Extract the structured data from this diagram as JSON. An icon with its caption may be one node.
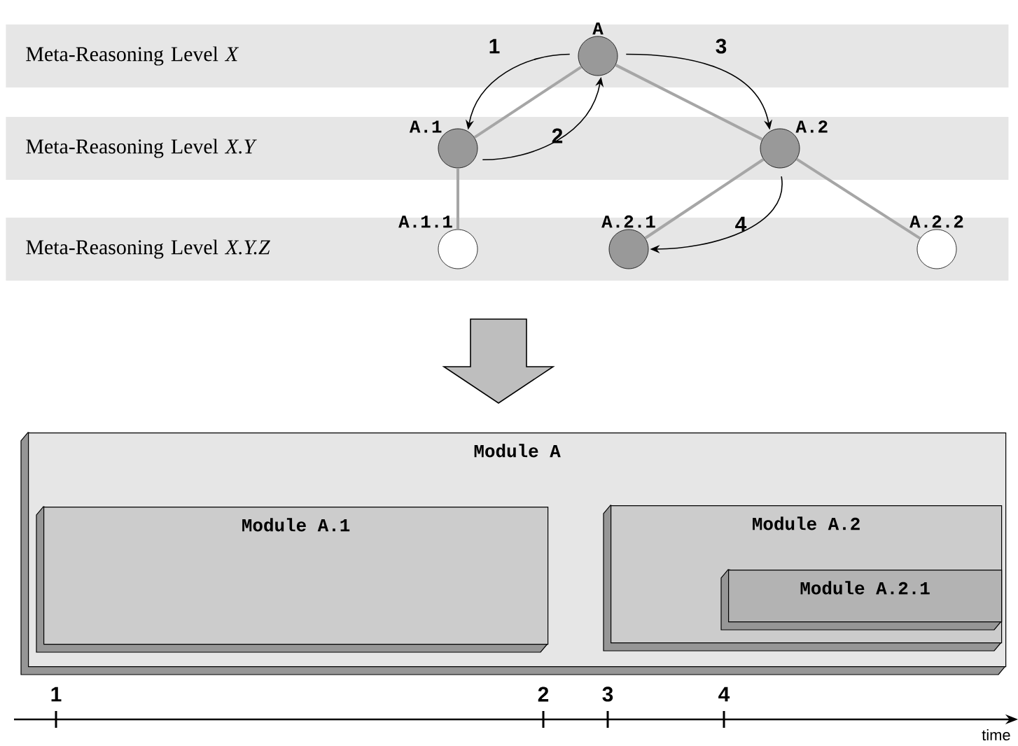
{
  "diagram": {
    "nodes": [
      {
        "text": [
          "Meta-Reasoning Level *X*"
        ]
      },
      {
        "text": [
          "Meta-Reasoning Level *X.Y*"
        ]
      },
      {
        "text": [
          "Meta-Reasoning Level *X.Y.Z*"
        ]
      },
      {
        "text": [
          "A"
        ],
        "in": 0
      },
      {
        "text": [
          "A.1"
        ],
        "in": 1
      },
      {
        "text": [
          "A.2"
        ],
        "in": 1
      },
      {
        "text": [
          "A.1.1"
        ],
        "in": 2
      },
      {
        "text": [
          "A.2.1"
        ],
        "in": 2
      },
      {
        "text": [
          "A.2.2"
        ],
        "in": 2
      },
      {
        "text": [
          "Module A"
        ]
      },
      {
        "text": [
          "Module A.1"
        ],
        "in": 9
      },
      {
        "text": [
          "Module A.2"
        ],
        "in": 9
      },
      {
        "text": [
          "Module A.2.1"
        ],
        "in": 11
      }
    ],
    "edges": [
      {
        "from": 3,
        "to": 4,
        "arrow": "none"
      },
      {
        "from": 3,
        "to": 5,
        "arrow": "none"
      },
      {
        "from": 4,
        "to": 6,
        "arrow": "none"
      },
      {
        "from": 5,
        "to": 7,
        "arrow": "none"
      },
      {
        "from": 5,
        "to": 8,
        "arrow": "none"
      },
      {
        "from": 3,
        "to": 4,
        "arrow": "to",
        "label": "1",
        "color": "#000000"
      },
      {
        "from": 4,
        "to": 3,
        "arrow": "to",
        "label": "2",
        "color": "#000000"
      },
      {
        "from": 3,
        "to": 5,
        "arrow": "to",
        "label": "3",
        "color": "#000000"
      },
      {
        "from": 5,
        "to": 7,
        "arrow": "to",
        "label": "4",
        "color": "#000000"
      }
    ],
    "labels": [
      "1",
      "2",
      "3",
      "4",
      "time"
    ]
  }
}
